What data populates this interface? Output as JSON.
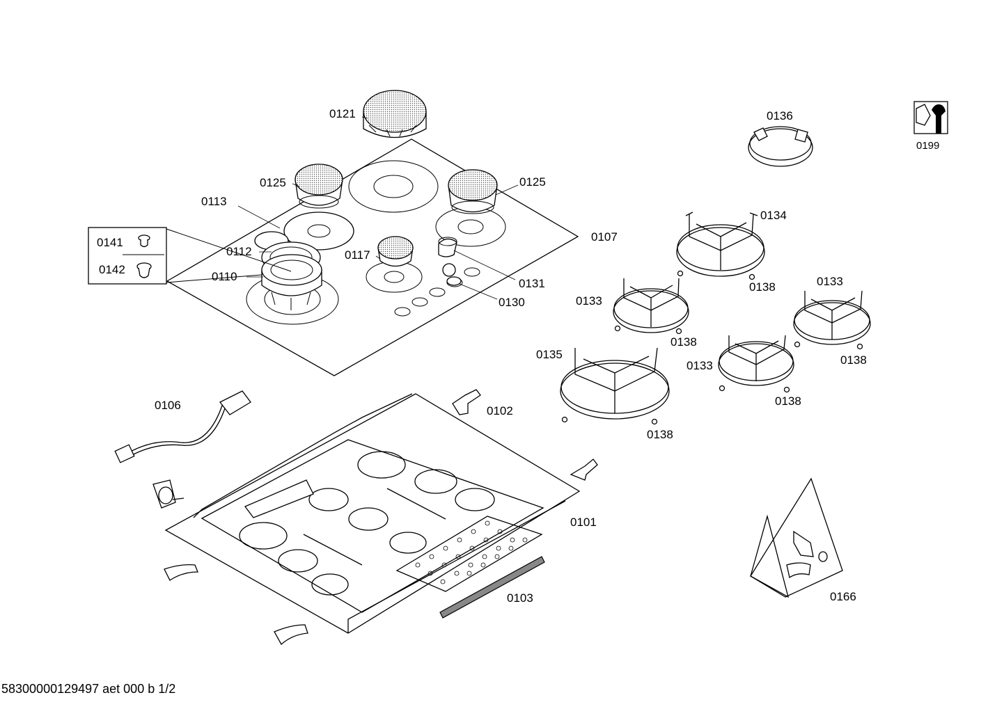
{
  "footer": {
    "document_code": "58300000129497 aet 000 b 1/2"
  },
  "parts": {
    "p0121": "0121",
    "p0125_left": "0125",
    "p0125_right": "0125",
    "p0113": "0113",
    "p0112": "0112",
    "p0110": "0110",
    "p0117": "0117",
    "p0131": "0131",
    "p0130": "0130",
    "p0107": "0107",
    "p0141": "0141",
    "p0142": "0142",
    "p0136": "0136",
    "p0199": "0199",
    "p0134": "0134",
    "p0133_a": "0133",
    "p0133_b": "0133",
    "p0133_c": "0133",
    "p0135": "0135",
    "p0138_a": "0138",
    "p0138_b": "0138",
    "p0138_c": "0138",
    "p0138_d": "0138",
    "p0138_e": "0138",
    "p0106": "0106",
    "p0102": "0102",
    "p0101": "0101",
    "p0103": "0103",
    "p0166": "0166"
  }
}
